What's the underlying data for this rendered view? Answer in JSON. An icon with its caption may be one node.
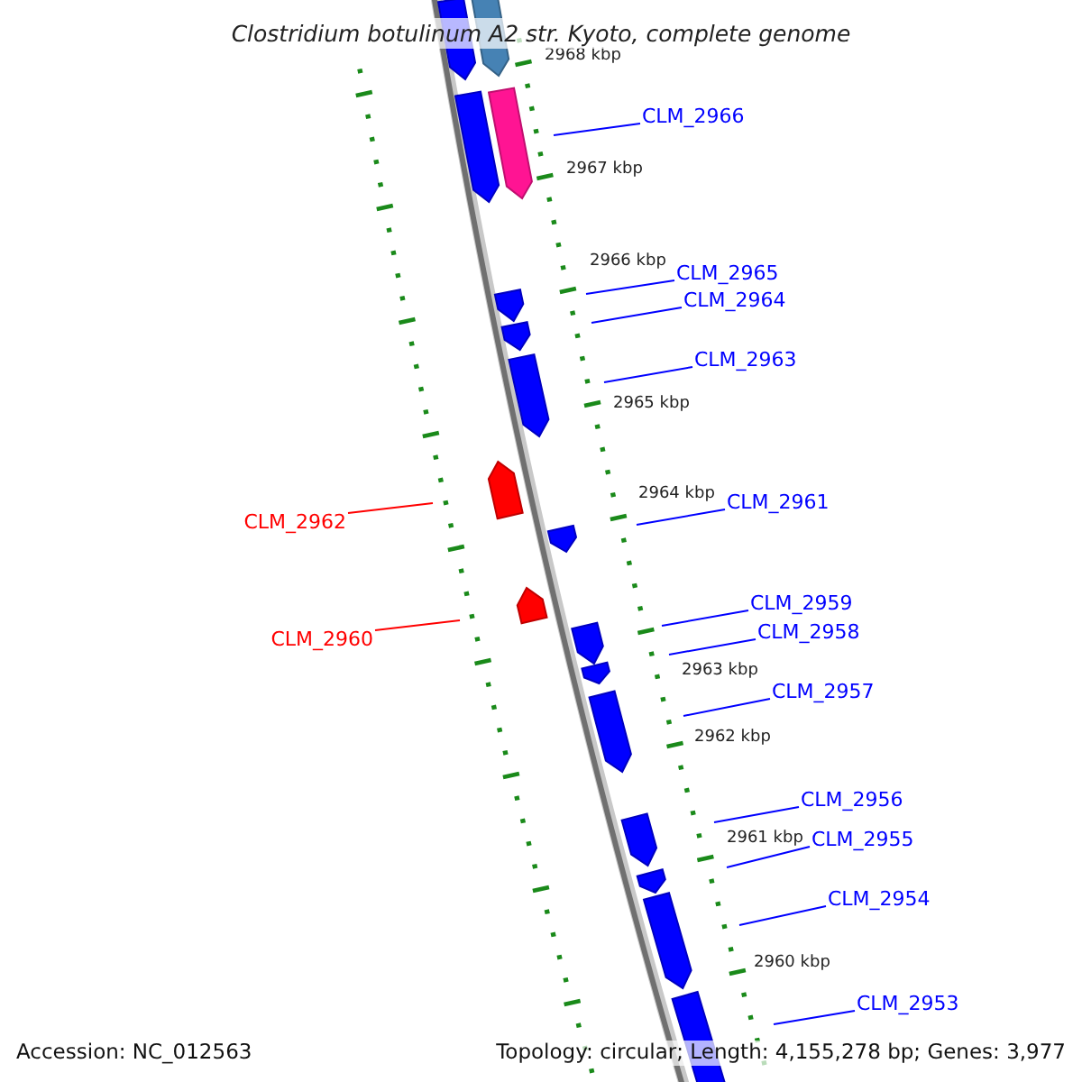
{
  "diagram": {
    "title": "Clostridium botulinum A2 str. Kyoto, complete genome",
    "nodes": [
      {
        "text": [
          "CLM_2966"
        ]
      },
      {
        "text": [
          "CLM_2965"
        ]
      },
      {
        "text": [
          "CLM_2964"
        ]
      },
      {
        "text": [
          "CLM_2963"
        ]
      },
      {
        "text": [
          "CLM_2961"
        ]
      },
      {
        "text": [
          "CLM_2962"
        ]
      },
      {
        "text": [
          "CLM_2959"
        ]
      },
      {
        "text": [
          "CLM_2958"
        ]
      },
      {
        "text": [
          "CLM_2960"
        ]
      },
      {
        "text": [
          "CLM_2957"
        ]
      },
      {
        "text": [
          "CLM_2956"
        ]
      },
      {
        "text": [
          "CLM_2955"
        ]
      },
      {
        "text": [
          "CLM_2954"
        ]
      },
      {
        "text": [
          "CLM_2953"
        ]
      }
    ],
    "edges": [
      {
        "from": 0,
        "to": null,
        "arrow": "none"
      },
      {
        "from": 1,
        "to": null,
        "arrow": "none"
      },
      {
        "from": 2,
        "to": null,
        "arrow": "none"
      },
      {
        "from": 3,
        "to": null,
        "arrow": "none"
      },
      {
        "from": 4,
        "to": null,
        "arrow": "none"
      },
      {
        "from": 5,
        "to": null,
        "arrow": "none",
        "color": "#ff0000"
      },
      {
        "from": 6,
        "to": null,
        "arrow": "none"
      },
      {
        "from": 7,
        "to": null,
        "arrow": "none"
      },
      {
        "from": 8,
        "to": null,
        "arrow": "none",
        "color": "#ff0000"
      },
      {
        "from": 9,
        "to": null,
        "arrow": "none"
      },
      {
        "from": 10,
        "to": null,
        "arrow": "none"
      },
      {
        "from": 11,
        "to": null,
        "arrow": "none"
      },
      {
        "from": 12,
        "to": null,
        "arrow": "none"
      },
      {
        "from": 13,
        "to": null,
        "arrow": "none"
      }
    ],
    "labels": [
      "2968 kbp",
      "2967 kbp",
      "2966 kbp",
      "2965 kbp",
      "2964 kbp",
      "2963 kbp",
      "2962 kbp",
      "2961 kbp",
      "2960 kbp",
      "Accession: NC_012563",
      "Topology: circular; Length: 4,155,278 bp; Genes: 3,977"
    ]
  }
}
